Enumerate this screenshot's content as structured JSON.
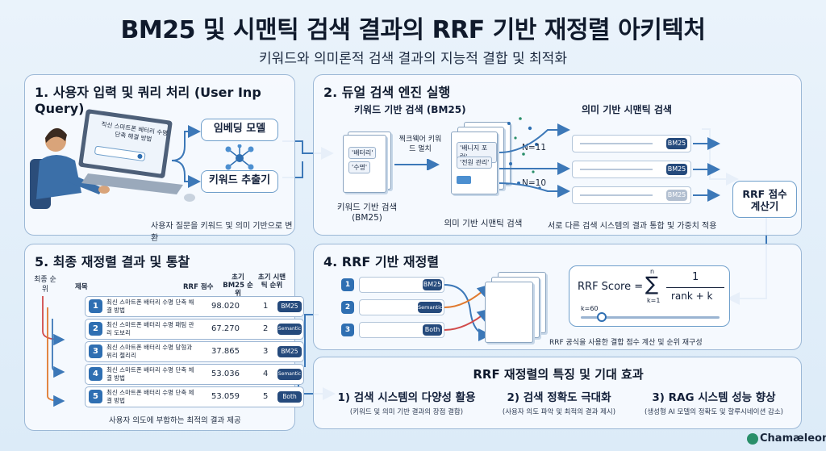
{
  "header": {
    "title": "BM25 및 시맨틱 검색 결과의 RRF 기반 재정렬 아키텍처",
    "subtitle": "키워드와 의미론적 검색 결과의 지능적 결합 및 최적화"
  },
  "panel1": {
    "title": "1. 사용자 입력 및 쿼리 처리 (User Inp Query)",
    "screen_text": "직신 스마트폰 배터리 수명 단축 해결 방법",
    "embedding_label": "임베딩 모델",
    "keyword_label": "키워드 추출기",
    "caption": "사용자 질문을 키워드 및 의미 기반으로 변환"
  },
  "panel2": {
    "title": "2. 듀얼 검색 엔진 실행",
    "bm25_header": "키워드 기반 검색 (BM25)",
    "semantic_header": "의미 기반 시맨틱 검색",
    "kw_chip1": "'배터리'",
    "kw_chip2": "'수명'",
    "kw_match": "찍크웩어 키워드 멀치",
    "sem_chip1": "'배니지 포럼'",
    "sem_chip2": "'전원 관리'",
    "n1": "N=11",
    "n2": "N=10",
    "bm25_doc_label": "키워드 기반 검색 (BM25)",
    "semantic_doc_label": "의미 기반 시맨틱 검색",
    "result_badge": "BM25",
    "caption": "서로 다른 검색 시스템의 결과 통합 및 가중치 적용"
  },
  "rrf_calc": {
    "label": "RRF 점수 계산기"
  },
  "panel4": {
    "title": "4. RRF 기반 재정렬",
    "items": [
      {
        "num": "1",
        "badge": "BM25"
      },
      {
        "num": "2",
        "badge": "Semantic"
      },
      {
        "num": "3",
        "badge": "Both"
      }
    ],
    "formula_label": "RRF Score =",
    "formula_sum_top": "n",
    "formula_sum_bottom": "k=1",
    "formula_numerator": "1",
    "formula_denominator": "rank + k",
    "slider_label": "k=60",
    "caption": "RRF 공식을 사용한 결합 점수 계산 및 순위 재구성"
  },
  "panel5": {
    "title": "5. 최종 재정렬 결과 및 통찰",
    "final_rank_label": "최종 순위",
    "columns": [
      "제목",
      "RRF 점수",
      "초기 BM25 순위",
      "초기 시맨틱 순위"
    ],
    "rows": [
      {
        "rank": "1",
        "title": "최신 스마트폰 배터리 수명 단축 해결 방법",
        "score": "98.020",
        "init": "1",
        "badge": "BM25"
      },
      {
        "rank": "2",
        "title": "최신 스마트폰 배터리 수명 패팀 관리 도보리",
        "score": "67.270",
        "init": "2",
        "badge": "Semantic"
      },
      {
        "rank": "3",
        "title": "최신 스마트폰 배터리 수명 당형과 위리 첼리리",
        "score": "37.865",
        "init": "3",
        "badge": "BM25"
      },
      {
        "rank": "4",
        "title": "최신 스마트폰 배터리 수명 단축 체결 방법",
        "score": "53.036",
        "init": "4",
        "badge": "Semantic"
      },
      {
        "rank": "5",
        "title": "최신 스마트폰 배터리 수명 단축 체결 방법",
        "score": "53.059",
        "init": "5",
        "badge": "Both"
      }
    ],
    "caption": "사용자 의도에 부합하는 최적의 결과 제공"
  },
  "panel6": {
    "title": "RRF 재정렬의 특징 및 기대 효과",
    "features": [
      {
        "heading": "1) 검색 시스템의 다양성 활용",
        "sub": "(키워드 및 의미 기반 결과의 장점 결합)"
      },
      {
        "heading": "2) 검색 정확도 극대화",
        "sub": "(사용자 의도 파악 및 최적의 결과 제시)"
      },
      {
        "heading": "3) RAG 시스템 성능 향상",
        "sub": "(생성형 AI 모델의 정확도 및 할루시네이션 감소)"
      }
    ]
  },
  "brand": {
    "name": "Chamæleon"
  },
  "colors": {
    "accent": "#2f6fb2",
    "badge": "#254a7c",
    "arrow": "#3c78b8",
    "panel_border": "#9cb8d6"
  }
}
